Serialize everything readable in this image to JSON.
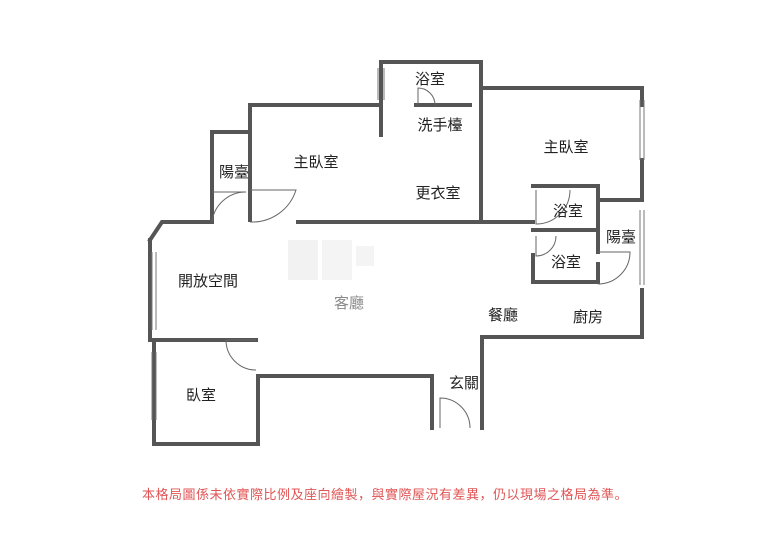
{
  "rooms": {
    "bath_top": "浴室",
    "powder_room": "洗手檯",
    "master_left": "主臥室",
    "balcony_left": "陽臺",
    "dressing_room": "更衣室",
    "master_right": "主臥室",
    "bath_mid_1": "浴室",
    "bath_mid_2": "浴室",
    "balcony_right": "陽臺",
    "open_space": "開放空間",
    "living_room": "客廳",
    "dining_room": "餐廳",
    "kitchen": "廚房",
    "bedroom": "臥室",
    "entrance": "玄關"
  },
  "disclaimer": "本格局圖係未依實際比例及座向繪製，與實際屋況有差異，仍以現場之格局為準。",
  "colors": {
    "wall": "#555555",
    "disclaimer_text": "#e05555",
    "living_label": "#8a8a8a",
    "watermark": "#f2f2f2"
  }
}
